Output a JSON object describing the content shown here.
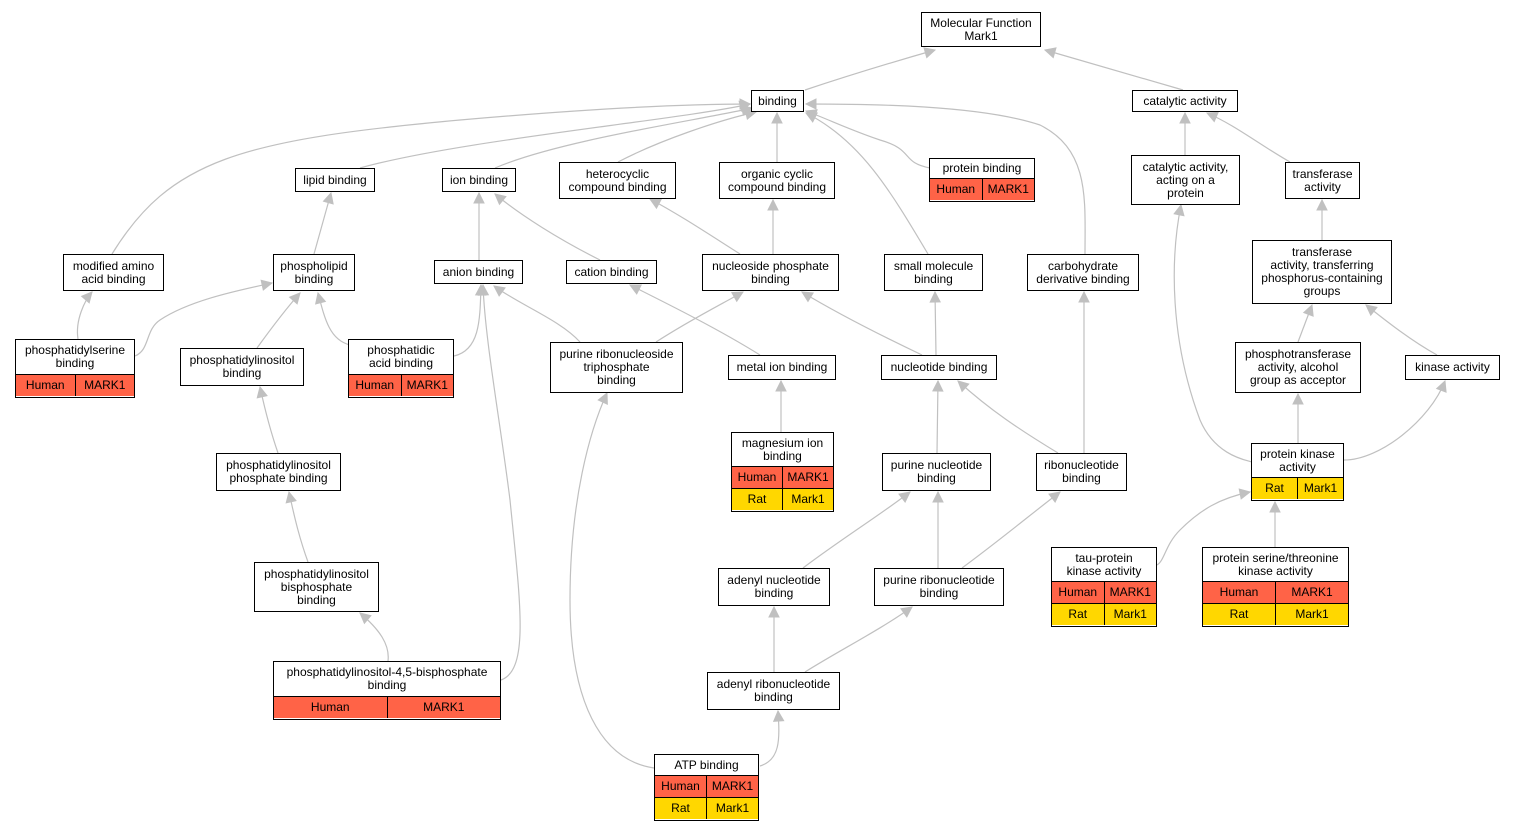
{
  "colors": {
    "human": "#FF6347",
    "rat": "#FFD700",
    "edge": "#c0c0c0"
  },
  "nodes": {
    "molecular_function": {
      "lines": [
        "Molecular Function",
        "Mark1"
      ],
      "ann": []
    },
    "binding": {
      "lines": [
        "binding"
      ],
      "ann": []
    },
    "catalytic_activity": {
      "lines": [
        "catalytic activity"
      ],
      "ann": []
    },
    "lipid_binding": {
      "lines": [
        "lipid binding"
      ],
      "ann": []
    },
    "ion_binding": {
      "lines": [
        "ion binding"
      ],
      "ann": []
    },
    "heterocyclic_compound_binding": {
      "lines": [
        "heterocyclic",
        "compound binding"
      ],
      "ann": []
    },
    "organic_cyclic_compound_binding": {
      "lines": [
        "organic cyclic",
        "compound binding"
      ],
      "ann": []
    },
    "protein_binding": {
      "lines": [
        "protein binding"
      ],
      "ann": [
        {
          "species": "Human",
          "gene": "MARK1"
        }
      ]
    },
    "catalytic_activity_on_protein": {
      "lines": [
        "catalytic activity,",
        "acting on a",
        "protein"
      ],
      "ann": []
    },
    "transferase_activity": {
      "lines": [
        "transferase",
        "activity"
      ],
      "ann": []
    },
    "modified_amino_acid_binding": {
      "lines": [
        "modified amino",
        "acid binding"
      ],
      "ann": []
    },
    "phospholipid_binding": {
      "lines": [
        "phospholipid",
        "binding"
      ],
      "ann": []
    },
    "anion_binding": {
      "lines": [
        "anion binding"
      ],
      "ann": []
    },
    "cation_binding": {
      "lines": [
        "cation binding"
      ],
      "ann": []
    },
    "nucleoside_phosphate_binding": {
      "lines": [
        "nucleoside phosphate",
        "binding"
      ],
      "ann": []
    },
    "small_molecule_binding": {
      "lines": [
        "small molecule",
        "binding"
      ],
      "ann": []
    },
    "carbohydrate_derivative_binding": {
      "lines": [
        "carbohydrate",
        "derivative binding"
      ],
      "ann": []
    },
    "transferase_phosphorus": {
      "lines": [
        "transferase",
        "activity, transferring",
        "phosphorus-containing",
        "groups"
      ],
      "ann": []
    },
    "phosphatidylserine_binding": {
      "lines": [
        "phosphatidylserine",
        "binding"
      ],
      "ann": [
        {
          "species": "Human",
          "gene": "MARK1"
        }
      ]
    },
    "phosphatidylinositol_binding": {
      "lines": [
        "phosphatidylinositol",
        "binding"
      ],
      "ann": []
    },
    "phosphatidic_acid_binding": {
      "lines": [
        "phosphatidic",
        "acid binding"
      ],
      "ann": [
        {
          "species": "Human",
          "gene": "MARK1"
        }
      ]
    },
    "purine_ribonucleoside_triphosphate_binding": {
      "lines": [
        "purine ribonucleoside",
        "triphosphate",
        "binding"
      ],
      "ann": []
    },
    "metal_ion_binding": {
      "lines": [
        "metal ion binding"
      ],
      "ann": []
    },
    "nucleotide_binding": {
      "lines": [
        "nucleotide binding"
      ],
      "ann": []
    },
    "phosphotransferase_alcohol": {
      "lines": [
        "phosphotransferase",
        "activity, alcohol",
        "group as acceptor"
      ],
      "ann": []
    },
    "kinase_activity": {
      "lines": [
        "kinase activity"
      ],
      "ann": []
    },
    "magnesium_ion_binding": {
      "lines": [
        "magnesium ion",
        "binding"
      ],
      "ann": [
        {
          "species": "Human",
          "gene": "MARK1"
        },
        {
          "species": "Rat",
          "gene": "Mark1"
        }
      ]
    },
    "purine_nucleotide_binding": {
      "lines": [
        "purine nucleotide",
        "binding"
      ],
      "ann": []
    },
    "ribonucleotide_binding": {
      "lines": [
        "ribonucleotide",
        "binding"
      ],
      "ann": []
    },
    "protein_kinase_activity": {
      "lines": [
        "protein kinase",
        "activity"
      ],
      "ann": [
        {
          "species": "Rat",
          "gene": "Mark1"
        }
      ]
    },
    "phosphatidylinositol_phosphate_binding": {
      "lines": [
        "phosphatidylinositol",
        "phosphate binding"
      ],
      "ann": []
    },
    "adenyl_nucleotide_binding": {
      "lines": [
        "adenyl nucleotide",
        "binding"
      ],
      "ann": []
    },
    "purine_ribonucleotide_binding": {
      "lines": [
        "purine ribonucleotide",
        "binding"
      ],
      "ann": []
    },
    "tau_protein_kinase_activity": {
      "lines": [
        "tau-protein",
        "kinase activity"
      ],
      "ann": [
        {
          "species": "Human",
          "gene": "MARK1"
        },
        {
          "species": "Rat",
          "gene": "Mark1"
        }
      ]
    },
    "protein_serine_threonine_kinase_activity": {
      "lines": [
        "protein serine/threonine",
        "kinase activity"
      ],
      "ann": [
        {
          "species": "Human",
          "gene": "MARK1"
        },
        {
          "species": "Rat",
          "gene": "Mark1"
        }
      ]
    },
    "phosphatidylinositol_bisphosphate_binding": {
      "lines": [
        "phosphatidylinositol",
        "bisphosphate",
        "binding"
      ],
      "ann": []
    },
    "pi45_bisphosphate_binding": {
      "lines": [
        "phosphatidylinositol-4,5-bisphosphate",
        "binding"
      ],
      "ann": [
        {
          "species": "Human",
          "gene": "MARK1"
        }
      ]
    },
    "adenyl_ribonucleotide_binding": {
      "lines": [
        "adenyl ribonucleotide",
        "binding"
      ],
      "ann": []
    },
    "atp_binding": {
      "lines": [
        "ATP binding"
      ],
      "ann": [
        {
          "species": "Human",
          "gene": "MARK1"
        },
        {
          "species": "Rat",
          "gene": "Mark1"
        }
      ]
    }
  }
}
